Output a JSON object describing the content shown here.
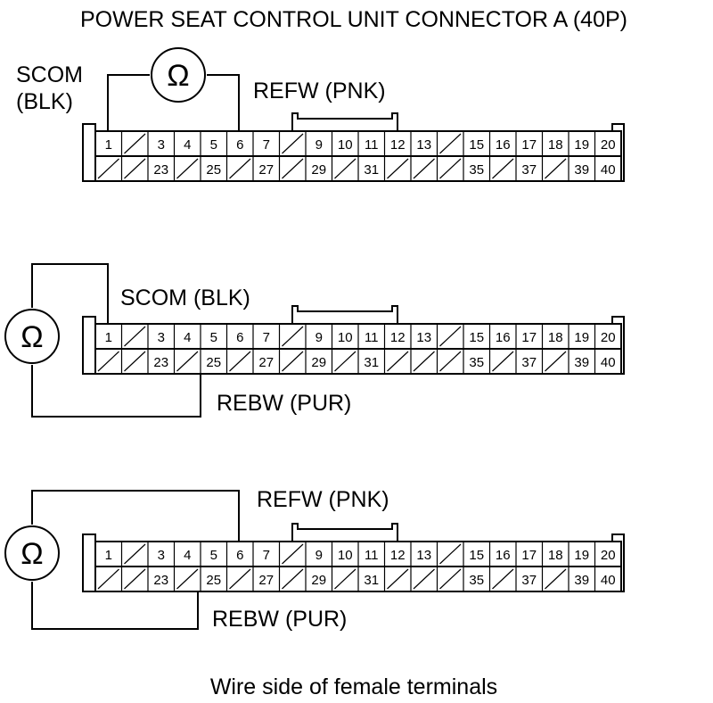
{
  "title": "POWER SEAT CONTROL UNIT CONNECTOR A (40P)",
  "footer": "Wire side of female terminals",
  "ohm_symbol": "Ω",
  "connector": {
    "top_row": [
      "1",
      "",
      "3",
      "4",
      "5",
      "6",
      "7",
      "",
      "9",
      "10",
      "11",
      "12",
      "13",
      "",
      "15",
      "16",
      "17",
      "18",
      "19",
      "20"
    ],
    "bottom_row": [
      "",
      "",
      "23",
      "",
      "25",
      "",
      "27",
      "",
      "29",
      "",
      "31",
      "",
      "",
      "",
      "35",
      "",
      "37",
      "",
      "39",
      "40"
    ]
  },
  "diagrams": [
    {
      "labels": {
        "a": "SCOM",
        "b": "(BLK)",
        "c": "REFW (PNK)"
      }
    },
    {
      "labels": {
        "a": "SCOM (BLK)",
        "b": "REBW (PUR)"
      }
    },
    {
      "labels": {
        "a": "REFW (PNK)",
        "b": "REBW (PUR)"
      }
    }
  ]
}
